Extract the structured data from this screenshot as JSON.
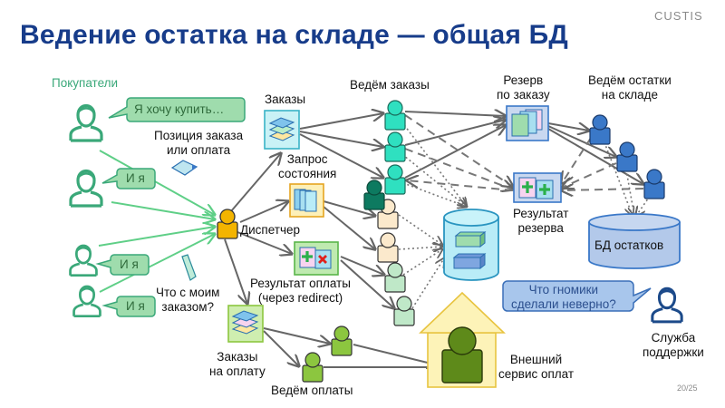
{
  "slide": {
    "title": "Ведение остатка на складе — общая БД",
    "brand": "CUSTIS",
    "page_number": "20/25"
  },
  "labels": {
    "customers": "Покупатели",
    "order_position": "Позиция заказа\nили оплата",
    "what_with_order": "Что с моим\nзаказом?",
    "orders": "Заказы",
    "status_request": "Запрос\nсостояния",
    "dispatcher": "Диспетчер",
    "payment_result": "Результат оплаты\n(через redirect)",
    "orders_for_payment": "Заказы\nна оплату",
    "keeping_payments": "Ведём оплаты",
    "keeping_orders": "Ведём заказы",
    "reserve_by_order": "Резерв\nпо заказу",
    "keeping_stock": "Ведём остатки\nна складе",
    "reserve_result": "Результат\nрезерва",
    "stock_db": "БД остатков",
    "external_payment_service": "Внешний\nсервис оплат",
    "support_service": "Служба\nподдержки"
  },
  "bubbles": {
    "want_to_buy": "Я хочу купить…",
    "me_too_1": "И я",
    "me_too_2": "И я",
    "me_too_3": "И я",
    "support_question": "Что гномики\nсделали неверно?"
  },
  "colors": {
    "title": "#173c8a",
    "customer": "#3aa879",
    "bubble_green_fill": "#9fdcad",
    "bubble_green_stroke": "#3aa879",
    "dispatcher": "#f3b400",
    "orders_worker": "#2fe0c0",
    "orders_worker_dark": "#0d7a60",
    "status_worker": "#fbe9cc",
    "payment_worker": "#bfe8c8",
    "pay_keeper": "#8cc63f",
    "stock_worker": "#3a78c8",
    "shared_db": "#b9ecf7",
    "stock_db": "#b3c9ea",
    "house_fill": "#fdf3b8",
    "house_stroke": "#e8c440",
    "external_agent": "#5e8a1a",
    "support": "#1c4a8a",
    "arrow": "#666666"
  }
}
